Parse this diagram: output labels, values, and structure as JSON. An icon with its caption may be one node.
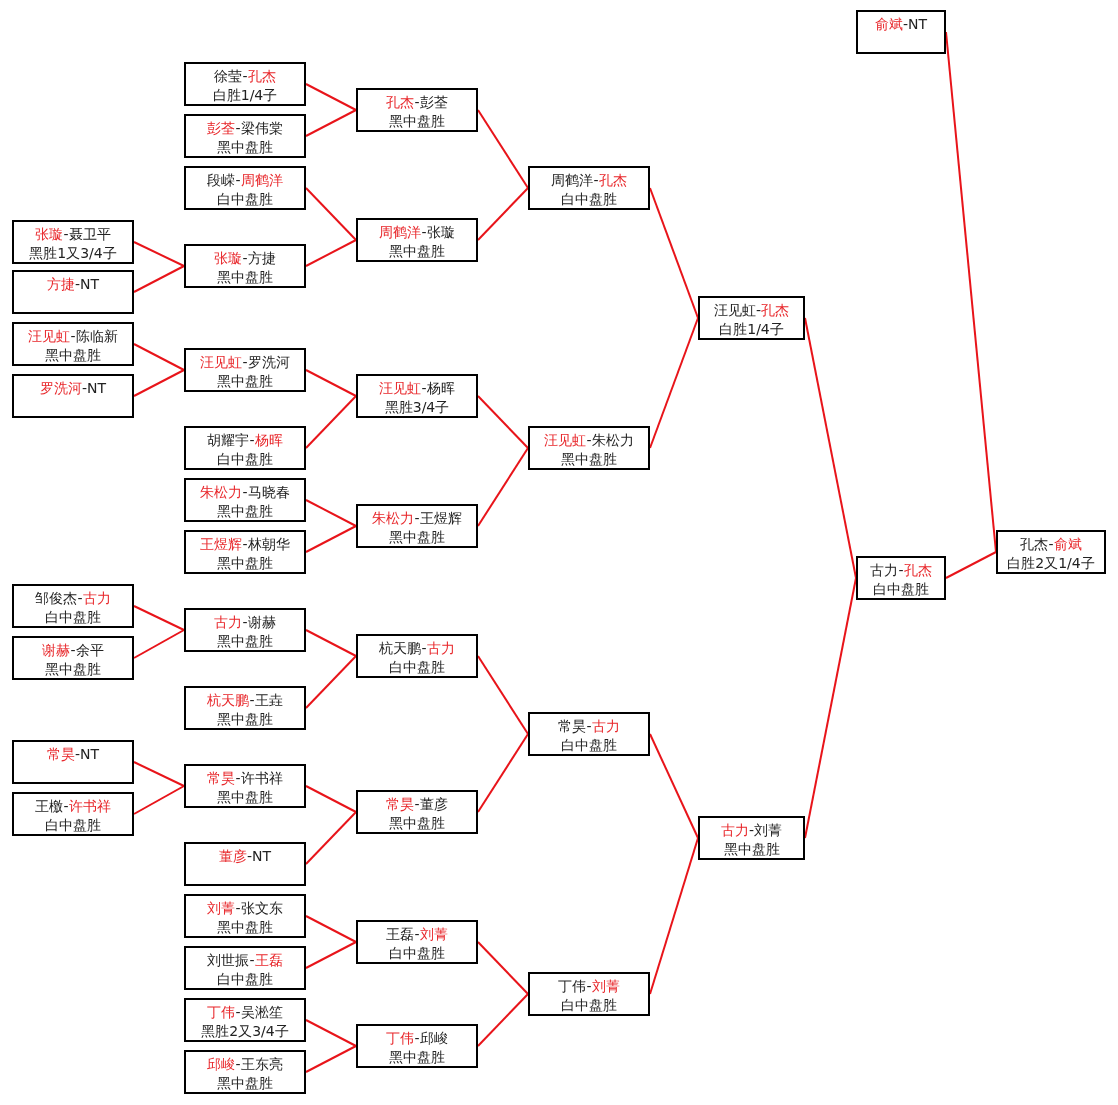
{
  "diagram": {
    "nodes": [
      {
        "text": [
          "张璇-聂卫平",
          "黑胜1又3/4子"
        ]
      },
      {
        "text": [
          "方捷-NT"
        ]
      },
      {
        "text": [
          "汪见虹-陈临新",
          "黑中盘胜"
        ]
      },
      {
        "text": [
          "罗洗河-NT"
        ]
      },
      {
        "text": [
          "邹俊杰-古力",
          "白中盘胜"
        ]
      },
      {
        "text": [
          "谢赫-余平",
          "黑中盘胜"
        ]
      },
      {
        "text": [
          "常昊-NT"
        ]
      },
      {
        "text": [
          "王檄-许书祥",
          "白中盘胜"
        ]
      },
      {
        "text": [
          "徐莹-孔杰",
          "白胜1/4子"
        ]
      },
      {
        "text": [
          "彭荃-梁伟棠",
          "黑中盘胜"
        ]
      },
      {
        "text": [
          "段嵘-周鹤洋",
          "白中盘胜"
        ]
      },
      {
        "text": [
          "张璇-方捷",
          "黑中盘胜"
        ]
      },
      {
        "text": [
          "汪见虹-罗洗河",
          "黑中盘胜"
        ]
      },
      {
        "text": [
          "胡耀宇-杨晖",
          "白中盘胜"
        ]
      },
      {
        "text": [
          "朱松力-马晓春",
          "黑中盘胜"
        ]
      },
      {
        "text": [
          "王煜辉-林朝华",
          "黑中盘胜"
        ]
      },
      {
        "text": [
          "古力-谢赫",
          "黑中盘胜"
        ]
      },
      {
        "text": [
          "杭天鹏-王垚",
          "黑中盘胜"
        ]
      },
      {
        "text": [
          "常昊-许书祥",
          "黑中盘胜"
        ]
      },
      {
        "text": [
          "董彦-NT"
        ]
      },
      {
        "text": [
          "刘菁-张文东",
          "黑中盘胜"
        ]
      },
      {
        "text": [
          "刘世振-王磊",
          "白中盘胜"
        ]
      },
      {
        "text": [
          "丁伟-吴淞笙",
          "黑胜2又3/4子"
        ]
      },
      {
        "text": [
          "邱峻-王东亮",
          "黑中盘胜"
        ]
      },
      {
        "text": [
          "孔杰-彭荃",
          "黑中盘胜"
        ]
      },
      {
        "text": [
          "周鹤洋-张璇",
          "黑中盘胜"
        ]
      },
      {
        "text": [
          "汪见虹-杨晖",
          "黑胜3/4子"
        ]
      },
      {
        "text": [
          "朱松力-王煜辉",
          "黑中盘胜"
        ]
      },
      {
        "text": [
          "杭天鹏-古力",
          "白中盘胜"
        ]
      },
      {
        "text": [
          "常昊-董彦",
          "黑中盘胜"
        ]
      },
      {
        "text": [
          "王磊-刘菁",
          "白中盘胜"
        ]
      },
      {
        "text": [
          "丁伟-邱峻",
          "黑中盘胜"
        ]
      },
      {
        "text": [
          "周鹤洋-孔杰",
          "白中盘胜"
        ]
      },
      {
        "text": [
          "汪见虹-朱松力",
          "黑中盘胜"
        ]
      },
      {
        "text": [
          "常昊-古力",
          "白中盘胜"
        ]
      },
      {
        "text": [
          "丁伟-刘菁",
          "白中盘胜"
        ]
      },
      {
        "text": [
          "汪见虹-孔杰",
          "白胜1/4子"
        ]
      },
      {
        "text": [
          "古力-刘菁",
          "黑中盘胜"
        ]
      },
      {
        "text": [
          "俞斌-NT"
        ]
      },
      {
        "text": [
          "古力-孔杰",
          "白中盘胜"
        ]
      },
      {
        "text": [
          "孔杰-俞斌",
          "白胜2又1/4子"
        ]
      }
    ],
    "edges": [
      {
        "from": 0,
        "to": 11,
        "arrow": "none"
      },
      {
        "from": 1,
        "to": 11,
        "arrow": "none"
      },
      {
        "from": 2,
        "to": 12,
        "arrow": "none"
      },
      {
        "from": 3,
        "to": 12,
        "arrow": "none"
      },
      {
        "from": 4,
        "to": 16,
        "arrow": "none"
      },
      {
        "from": 5,
        "to": 16,
        "arrow": "none"
      },
      {
        "from": 6,
        "to": 18,
        "arrow": "none"
      },
      {
        "from": 7,
        "to": 18,
        "arrow": "none"
      },
      {
        "from": 8,
        "to": 24,
        "arrow": "none"
      },
      {
        "from": 9,
        "to": 24,
        "arrow": "none"
      },
      {
        "from": 10,
        "to": 25,
        "arrow": "none"
      },
      {
        "from": 11,
        "to": 25,
        "arrow": "none"
      },
      {
        "from": 12,
        "to": 26,
        "arrow": "none"
      },
      {
        "from": 13,
        "to": 26,
        "arrow": "none"
      },
      {
        "from": 14,
        "to": 27,
        "arrow": "none"
      },
      {
        "from": 15,
        "to": 27,
        "arrow": "none"
      },
      {
        "from": 16,
        "to": 28,
        "arrow": "none"
      },
      {
        "from": 17,
        "to": 28,
        "arrow": "none"
      },
      {
        "from": 18,
        "to": 29,
        "arrow": "none"
      },
      {
        "from": 19,
        "to": 29,
        "arrow": "none"
      },
      {
        "from": 20,
        "to": 30,
        "arrow": "none"
      },
      {
        "from": 21,
        "to": 30,
        "arrow": "none"
      },
      {
        "from": 22,
        "to": 31,
        "arrow": "none"
      },
      {
        "from": 23,
        "to": 31,
        "arrow": "none"
      },
      {
        "from": 24,
        "to": 32,
        "arrow": "none"
      },
      {
        "from": 25,
        "to": 32,
        "arrow": "none"
      },
      {
        "from": 26,
        "to": 33,
        "arrow": "none"
      },
      {
        "from": 27,
        "to": 33,
        "arrow": "none"
      },
      {
        "from": 28,
        "to": 34,
        "arrow": "none"
      },
      {
        "from": 29,
        "to": 34,
        "arrow": "none"
      },
      {
        "from": 30,
        "to": 35,
        "arrow": "none"
      },
      {
        "from": 31,
        "to": 35,
        "arrow": "none"
      },
      {
        "from": 32,
        "to": 36,
        "arrow": "none"
      },
      {
        "from": 33,
        "to": 36,
        "arrow": "none"
      },
      {
        "from": 34,
        "to": 37,
        "arrow": "none"
      },
      {
        "from": 35,
        "to": 37,
        "arrow": "none"
      },
      {
        "from": 36,
        "to": 39,
        "arrow": "none"
      },
      {
        "from": 37,
        "to": 39,
        "arrow": "none"
      },
      {
        "from": 38,
        "to": 40,
        "arrow": "none"
      },
      {
        "from": 39,
        "to": 40,
        "arrow": "none"
      }
    ]
  }
}
